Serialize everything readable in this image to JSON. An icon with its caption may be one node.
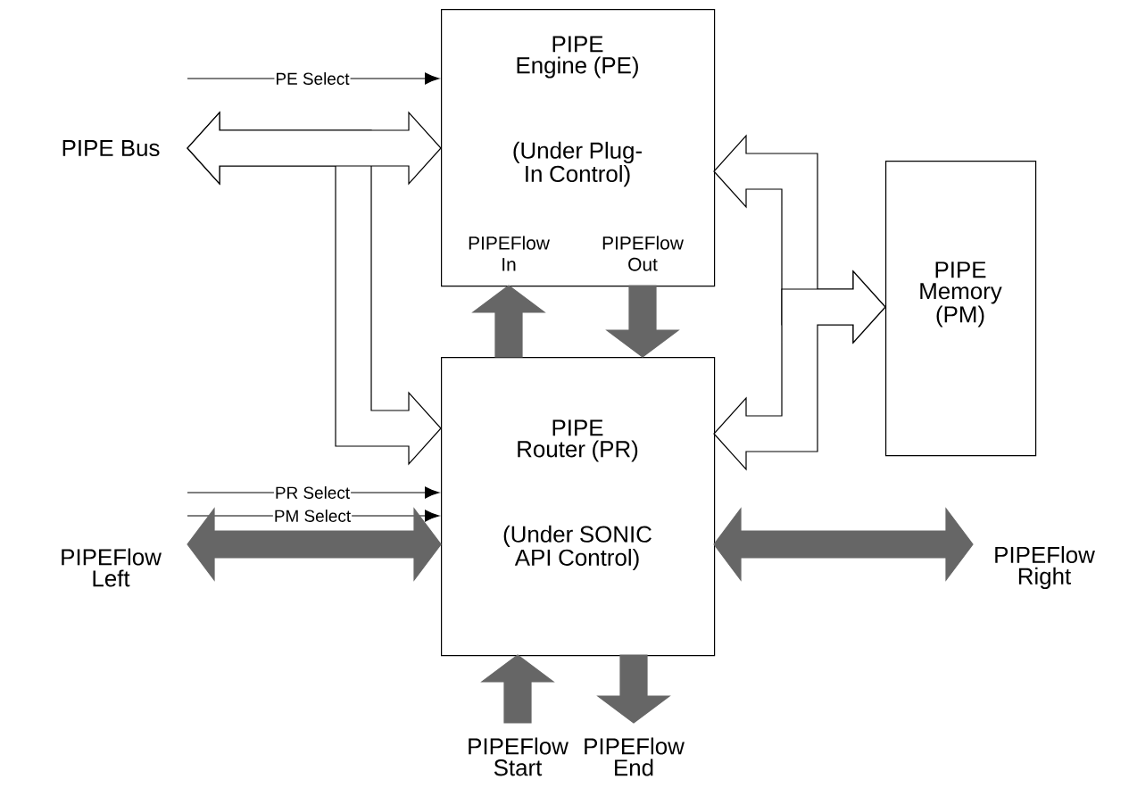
{
  "diagram": {
    "nodes": [
      {
        "text": [
          "PIPE Engine (PE)",
          "(Under Plug-In Control)",
          "PIPEFlow In",
          "PIPEFlow Out"
        ]
      },
      {
        "text": [
          "PIPE Router (PR)",
          "(Under SONIC API Control)"
        ]
      },
      {
        "text": [
          "PIPE Memory (PM)"
        ]
      },
      {
        "text": [
          "PIPE Bus"
        ]
      },
      {
        "text": [
          "PIPEFlow Left"
        ]
      },
      {
        "text": [
          "PIPEFlow Right"
        ]
      },
      {
        "text": [
          "PIPEFlow Start"
        ]
      },
      {
        "text": [
          "PIPEFlow End"
        ]
      }
    ],
    "edges": [
      {
        "from": null,
        "to": 0,
        "arrow": "to",
        "label": "PE Select"
      },
      {
        "from": null,
        "to": 1,
        "arrow": "to",
        "label": "PR Select"
      },
      {
        "from": null,
        "to": 1,
        "arrow": "to",
        "label": "PM Select"
      },
      {
        "from": 3,
        "to": 0,
        "arrow": "both",
        "style": "thick"
      },
      {
        "from": 3,
        "to": 1,
        "arrow": "both",
        "style": "thick"
      },
      {
        "from": 0,
        "to": 2,
        "arrow": "both",
        "style": "thick"
      },
      {
        "from": 1,
        "to": 2,
        "arrow": "both",
        "style": "thick"
      },
      {
        "from": 1,
        "to": 0,
        "arrow": "to",
        "style": "thick",
        "color": "#666666"
      },
      {
        "from": 0,
        "to": 1,
        "arrow": "to",
        "style": "thick",
        "color": "#666666"
      },
      {
        "from": 4,
        "to": 1,
        "arrow": "both",
        "style": "thick",
        "color": "#666666"
      },
      {
        "from": 1,
        "to": 5,
        "arrow": "both",
        "style": "thick",
        "color": "#666666"
      },
      {
        "from": 6,
        "to": 1,
        "arrow": "to",
        "style": "thick",
        "color": "#666666"
      },
      {
        "from": 1,
        "to": 7,
        "arrow": "to",
        "style": "thick",
        "color": "#666666"
      }
    ]
  }
}
